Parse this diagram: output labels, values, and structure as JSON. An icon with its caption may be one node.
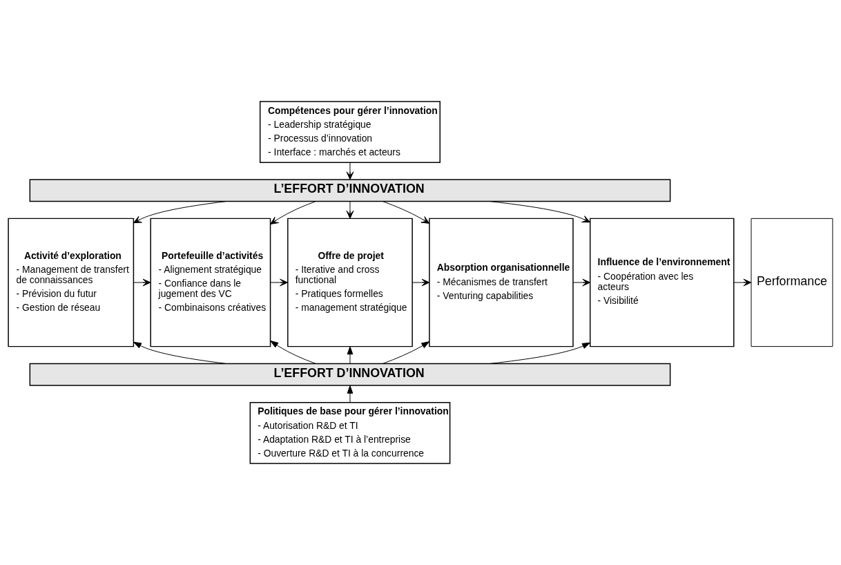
{
  "diagram": {
    "nodes": [
      {
        "text": [
          "Compétences pour gérer l’innovation",
          "- Leadership stratégique",
          "- Processus d’innovation",
          "- Interface : marchés et acteurs"
        ]
      },
      {
        "text": [
          "L’EFFORT D’INNOVATION"
        ]
      },
      {
        "text": [
          "Activité d’exploration",
          "- Management de transfert de connaissances",
          "- Prévision du futur",
          "- Gestion de réseau"
        ]
      },
      {
        "text": [
          "Portefeuille d’activités",
          "- Alignement stratégique",
          "- Confiance dans le jugement des VC",
          "- Combinaisons créatives"
        ]
      },
      {
        "text": [
          "Offre de projet",
          "- Iterative and cross functional",
          "- Pratiques formelles",
          "- management stratégique"
        ]
      },
      {
        "text": [
          "Absorption organisationnelle",
          "- Mécanismes de transfert",
          "- Venturing capabilities"
        ]
      },
      {
        "text": [
          "Influence de l’environnement",
          "- Coopération avec les acteurs",
          "- Visibilité"
        ]
      },
      {
        "text": [
          "Performance"
        ]
      },
      {
        "text": [
          "L’EFFORT D’INNOVATION"
        ]
      },
      {
        "text": [
          "Politiques de base pour gérer l’innovation",
          "- Autorisation R&D et TI",
          "- Adaptation R&D et TI à l’entreprise",
          "- Ouverture R&D et TI à la concurrence"
        ]
      }
    ],
    "edges": [
      {
        "from": 0,
        "to": 1,
        "arrow": "to"
      },
      {
        "from": 1,
        "to": 2,
        "arrow": "to"
      },
      {
        "from": 1,
        "to": 3,
        "arrow": "to"
      },
      {
        "from": 1,
        "to": 4,
        "arrow": "to"
      },
      {
        "from": 1,
        "to": 5,
        "arrow": "to"
      },
      {
        "from": 1,
        "to": 6,
        "arrow": "to"
      },
      {
        "from": 2,
        "to": 3,
        "arrow": "to"
      },
      {
        "from": 3,
        "to": 4,
        "arrow": "to"
      },
      {
        "from": 4,
        "to": 5,
        "arrow": "to"
      },
      {
        "from": 5,
        "to": 6,
        "arrow": "to"
      },
      {
        "from": 6,
        "to": 7,
        "arrow": "to"
      },
      {
        "from": 8,
        "to": 2,
        "arrow": "to"
      },
      {
        "from": 8,
        "to": 3,
        "arrow": "to"
      },
      {
        "from": 8,
        "to": 4,
        "arrow": "to"
      },
      {
        "from": 8,
        "to": 5,
        "arrow": "to"
      },
      {
        "from": 8,
        "to": 6,
        "arrow": "to"
      },
      {
        "from": 9,
        "to": 8,
        "arrow": "to"
      }
    ]
  }
}
